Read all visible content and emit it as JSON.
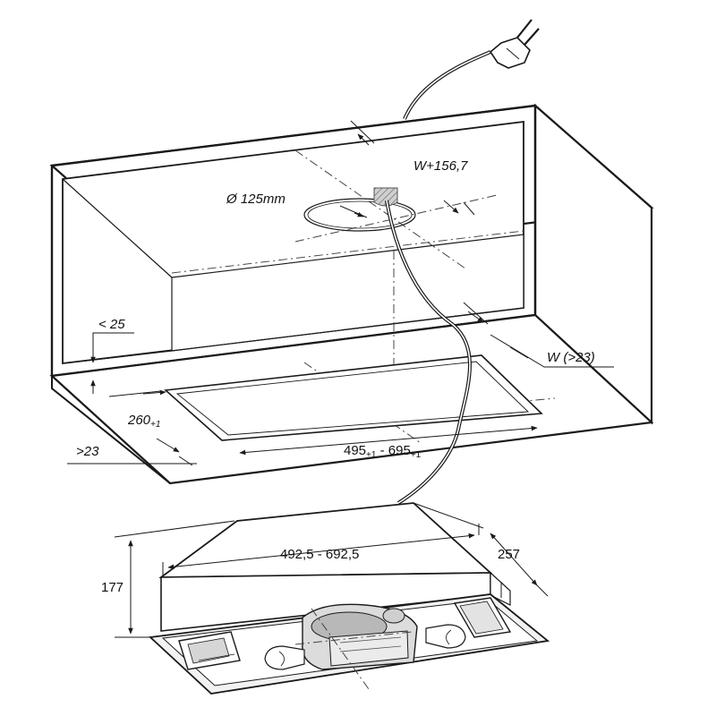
{
  "labels": {
    "cutout_width": "W+156,7",
    "duct_diameter": "Ø 125mm",
    "front_gap": "< 25",
    "wall_thickness": "W (>23)",
    "cutout_depth_value": "260",
    "cutout_depth_tol": "+1",
    "side_gap": ">23",
    "cutout_length_a": "495",
    "cutout_length_a_tol": "+1",
    "cutout_length_sep": " - ",
    "cutout_length_b": "695",
    "cutout_length_b_tol": "+1",
    "hood_height": "177",
    "hood_width": "492,5 - 692,5",
    "hood_depth": "257"
  },
  "colors": {
    "line": "#1a1a1a",
    "thin": "#333333",
    "shade_light": "#f2f2f2",
    "shade_mid": "#e3e3e3",
    "shade_dark": "#b8b8b8",
    "hatch": "#9a9a9a"
  }
}
